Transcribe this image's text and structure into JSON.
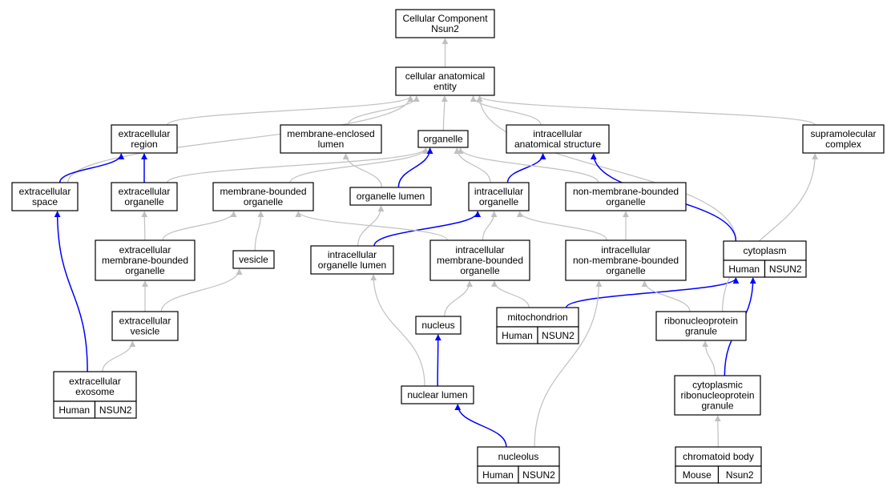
{
  "colors": {
    "is_a_edge": "#c0c0c0",
    "part_of_edge": "#0000ff",
    "human_annotation": "#f26451",
    "mouse_annotation": "#add8e6"
  },
  "nodes": [
    {
      "id": "root",
      "lines": [
        "Cellular Component",
        "Nsun2"
      ]
    },
    {
      "id": "cae",
      "lines": [
        "cellular anatomical",
        "entity"
      ]
    },
    {
      "id": "er",
      "lines": [
        "extracellular",
        "region"
      ]
    },
    {
      "id": "mel",
      "lines": [
        "membrane-enclosed",
        "lumen"
      ]
    },
    {
      "id": "org",
      "lines": [
        "organelle"
      ]
    },
    {
      "id": "ias",
      "lines": [
        "intracellular",
        "anatomical structure"
      ]
    },
    {
      "id": "smc",
      "lines": [
        "supramolecular",
        "complex"
      ]
    },
    {
      "id": "es",
      "lines": [
        "extracellular",
        "space"
      ]
    },
    {
      "id": "eo",
      "lines": [
        "extracellular",
        "organelle"
      ]
    },
    {
      "id": "mbo",
      "lines": [
        "membrane-bounded",
        "organelle"
      ]
    },
    {
      "id": "ol",
      "lines": [
        "organelle lumen"
      ]
    },
    {
      "id": "io",
      "lines": [
        "intracellular",
        "organelle"
      ]
    },
    {
      "id": "nmbo",
      "lines": [
        "non-membrane-bounded",
        "organelle"
      ]
    },
    {
      "id": "cyto",
      "lines": [
        "cytoplasm"
      ],
      "annotations": [
        {
          "label": "Human",
          "kind": "human"
        },
        {
          "label": "NSUN2",
          "kind": "human"
        }
      ]
    },
    {
      "id": "embo",
      "lines": [
        "extracellular",
        "membrane-bounded",
        "organelle"
      ]
    },
    {
      "id": "ves",
      "lines": [
        "vesicle"
      ]
    },
    {
      "id": "iol",
      "lines": [
        "intracellular",
        "organelle lumen"
      ]
    },
    {
      "id": "imbo",
      "lines": [
        "intracellular",
        "membrane-bounded",
        "organelle"
      ]
    },
    {
      "id": "inmbo",
      "lines": [
        "intracellular",
        "non-membrane-bounded",
        "organelle"
      ]
    },
    {
      "id": "mito",
      "lines": [
        "mitochondrion"
      ],
      "annotations": [
        {
          "label": "Human",
          "kind": "human"
        },
        {
          "label": "NSUN2",
          "kind": "human"
        }
      ]
    },
    {
      "id": "nuc",
      "lines": [
        "nucleus"
      ]
    },
    {
      "id": "rnpg",
      "lines": [
        "ribonucleoprotein",
        "granule"
      ]
    },
    {
      "id": "ev",
      "lines": [
        "extracellular",
        "vesicle"
      ]
    },
    {
      "id": "exo",
      "lines": [
        "extracellular",
        "exosome"
      ],
      "annotations": [
        {
          "label": "Human",
          "kind": "human"
        },
        {
          "label": "NSUN2",
          "kind": "human"
        }
      ]
    },
    {
      "id": "nl",
      "lines": [
        "nuclear lumen"
      ]
    },
    {
      "id": "crnpg",
      "lines": [
        "cytoplasmic",
        "ribonucleoprotein",
        "granule"
      ]
    },
    {
      "id": "nucleolus",
      "lines": [
        "nucleolus"
      ],
      "annotations": [
        {
          "label": "Human",
          "kind": "human"
        },
        {
          "label": "NSUN2",
          "kind": "human"
        }
      ]
    },
    {
      "id": "chrom",
      "lines": [
        "chromatoid body"
      ],
      "annotations": [
        {
          "label": "Mouse",
          "kind": "mouse"
        },
        {
          "label": "Nsun2",
          "kind": "mouse"
        }
      ]
    }
  ],
  "edges": [
    {
      "from": "cae",
      "to": "root",
      "type": "is_a"
    },
    {
      "from": "er",
      "to": "cae",
      "type": "is_a"
    },
    {
      "from": "mel",
      "to": "cae",
      "type": "is_a"
    },
    {
      "from": "org",
      "to": "cae",
      "type": "is_a"
    },
    {
      "from": "ias",
      "to": "cae",
      "type": "is_a"
    },
    {
      "from": "smc",
      "to": "cae",
      "type": "is_a"
    },
    {
      "from": "es",
      "to": "cae",
      "type": "is_a"
    },
    {
      "from": "cyto",
      "to": "cae",
      "type": "is_a"
    },
    {
      "from": "es",
      "to": "er",
      "type": "part_of"
    },
    {
      "from": "eo",
      "to": "er",
      "type": "part_of"
    },
    {
      "from": "eo",
      "to": "org",
      "type": "is_a"
    },
    {
      "from": "mbo",
      "to": "org",
      "type": "is_a"
    },
    {
      "from": "ol",
      "to": "mel",
      "type": "is_a"
    },
    {
      "from": "ol",
      "to": "org",
      "type": "part_of"
    },
    {
      "from": "io",
      "to": "org",
      "type": "is_a"
    },
    {
      "from": "io",
      "to": "ias",
      "type": "part_of"
    },
    {
      "from": "nmbo",
      "to": "org",
      "type": "is_a"
    },
    {
      "from": "cyto",
      "to": "ias",
      "type": "part_of"
    },
    {
      "from": "embo",
      "to": "mbo",
      "type": "is_a"
    },
    {
      "from": "embo",
      "to": "eo",
      "type": "is_a"
    },
    {
      "from": "ves",
      "to": "mbo",
      "type": "is_a"
    },
    {
      "from": "iol",
      "to": "ol",
      "type": "is_a"
    },
    {
      "from": "iol",
      "to": "io",
      "type": "part_of"
    },
    {
      "from": "imbo",
      "to": "mbo",
      "type": "is_a"
    },
    {
      "from": "imbo",
      "to": "io",
      "type": "is_a"
    },
    {
      "from": "inmbo",
      "to": "io",
      "type": "is_a"
    },
    {
      "from": "inmbo",
      "to": "nmbo",
      "type": "is_a"
    },
    {
      "from": "mito",
      "to": "imbo",
      "type": "is_a"
    },
    {
      "from": "mito",
      "to": "cyto",
      "type": "part_of"
    },
    {
      "from": "nuc",
      "to": "imbo",
      "type": "is_a"
    },
    {
      "from": "rnpg",
      "to": "inmbo",
      "type": "is_a"
    },
    {
      "from": "rnpg",
      "to": "smc",
      "type": "is_a"
    },
    {
      "from": "ev",
      "to": "embo",
      "type": "is_a"
    },
    {
      "from": "ev",
      "to": "ves",
      "type": "is_a"
    },
    {
      "from": "exo",
      "to": "ev",
      "type": "is_a"
    },
    {
      "from": "exo",
      "to": "es",
      "type": "part_of"
    },
    {
      "from": "nl",
      "to": "iol",
      "type": "is_a"
    },
    {
      "from": "nl",
      "to": "nuc",
      "type": "part_of"
    },
    {
      "from": "crnpg",
      "to": "rnpg",
      "type": "is_a"
    },
    {
      "from": "crnpg",
      "to": "cyto",
      "type": "part_of"
    },
    {
      "from": "nucleolus",
      "to": "nl",
      "type": "part_of"
    },
    {
      "from": "nucleolus",
      "to": "inmbo",
      "type": "is_a"
    },
    {
      "from": "chrom",
      "to": "crnpg",
      "type": "is_a"
    }
  ]
}
